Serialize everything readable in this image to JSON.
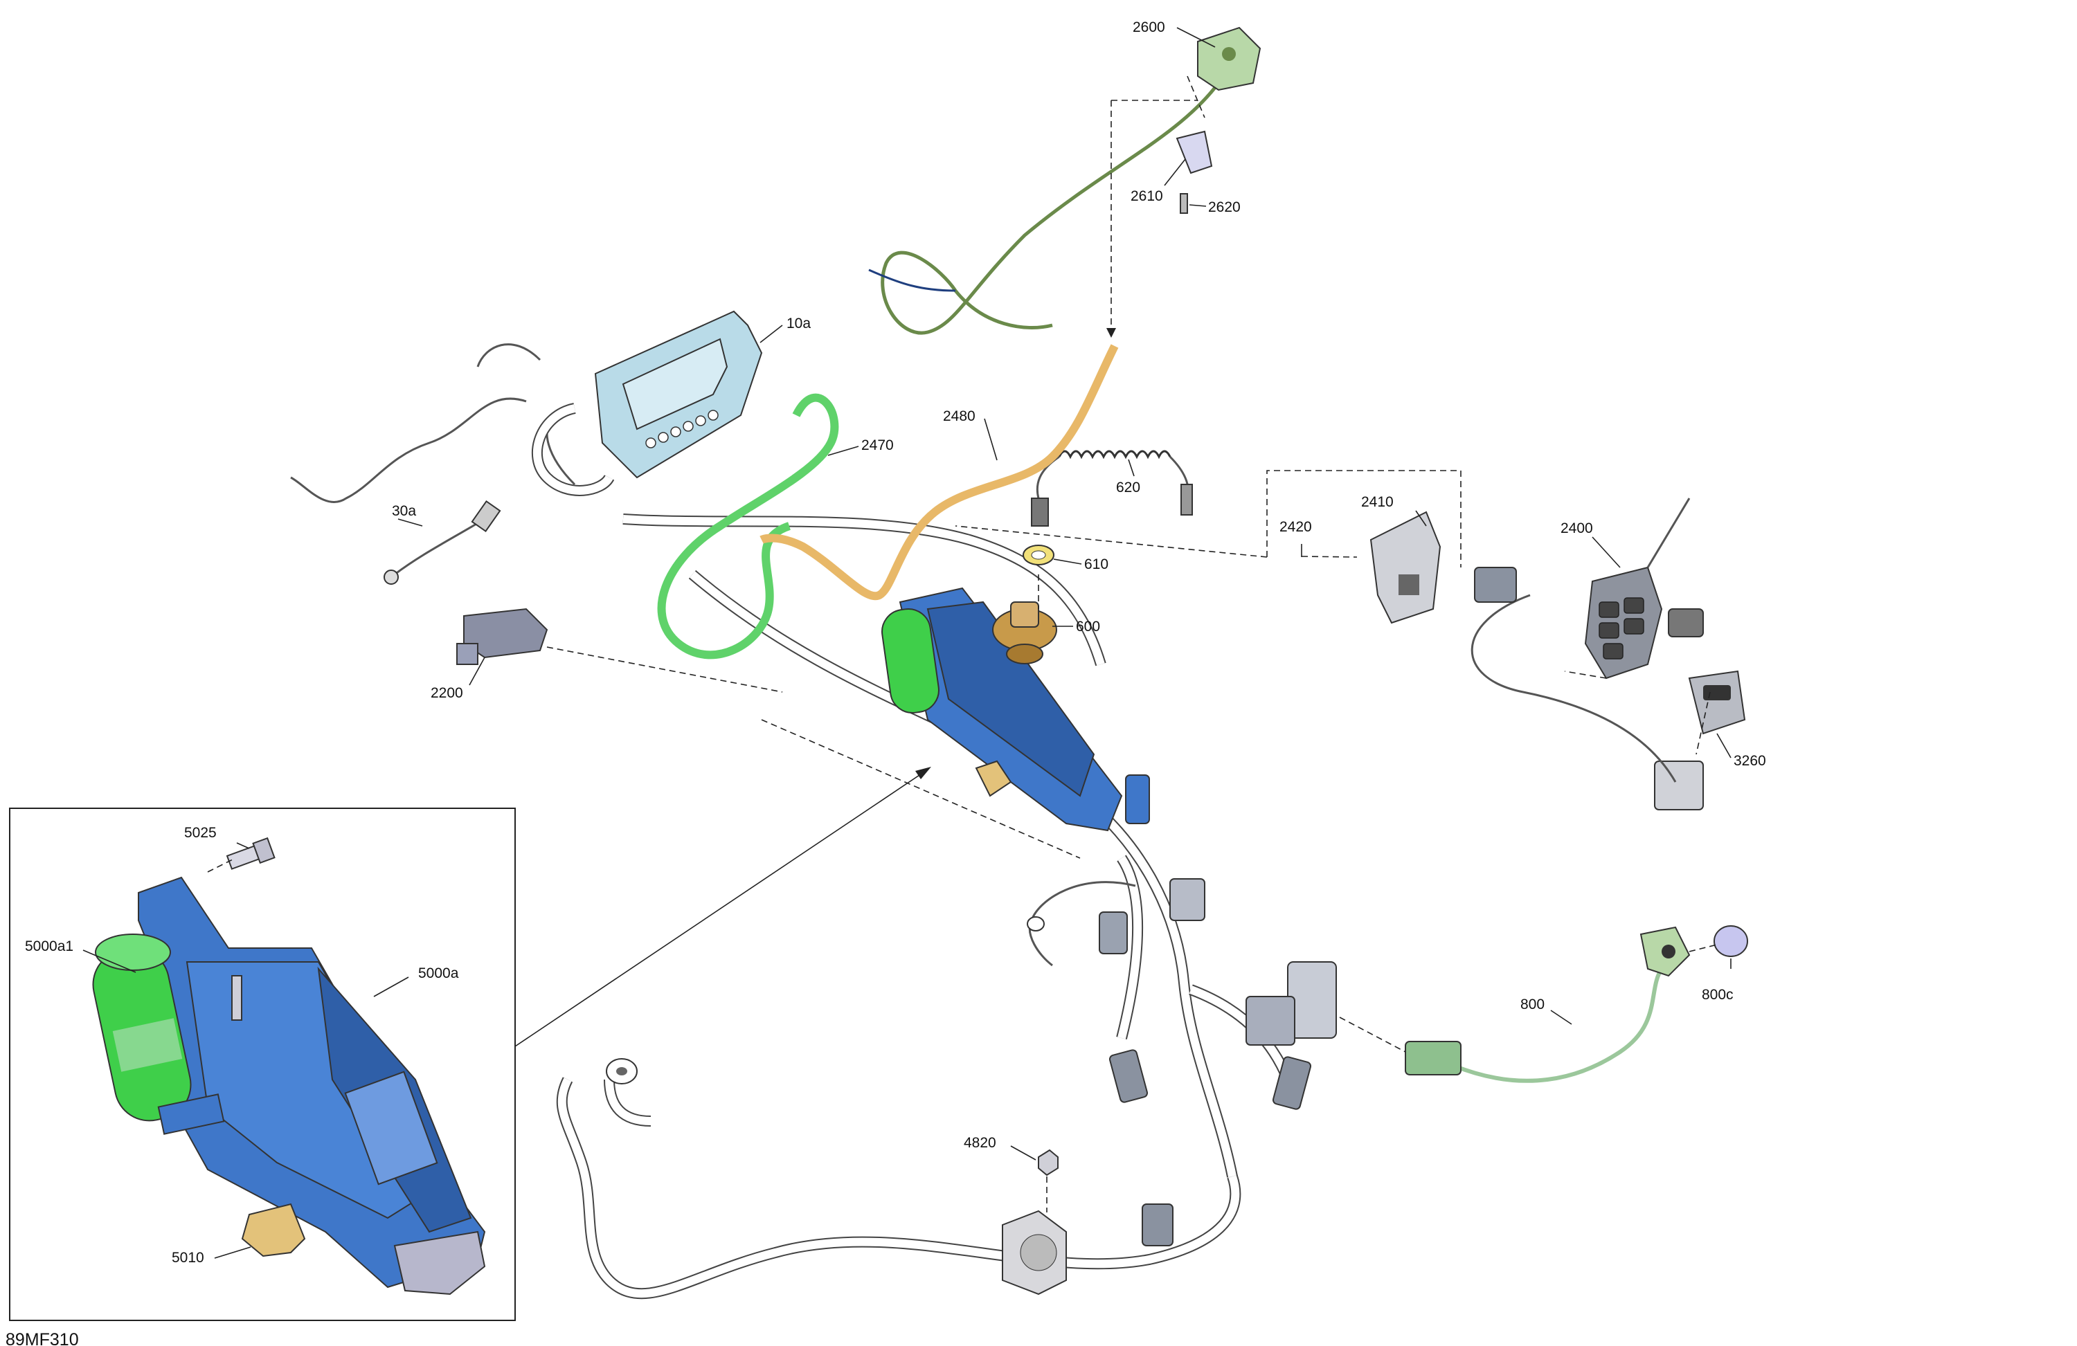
{
  "diagram_code": "89MF310",
  "colors": {
    "ecm_blue": "#3f77c9",
    "ecm_blue_dark": "#2f5fa8",
    "coil_green": "#3fcf4a",
    "cluster_blue": "#b9dbe8",
    "hose_green": "#5fd26a",
    "hose_orange": "#e8b868",
    "antenna_green": "#b8d8a8",
    "sensor_bronze": "#c89a4a",
    "cap_lavender": "#c7c6ef",
    "bracket_tan": "#e3c27a"
  },
  "labels": {
    "p2600": "2600",
    "p2610": "2610",
    "p2620": "2620",
    "p10a": "10a",
    "p2480": "2480",
    "p2470": "2470",
    "p620": "620",
    "p30a": "30a",
    "p610": "610",
    "p600": "600",
    "p2420": "2420",
    "p2410": "2410",
    "p2400": "2400",
    "p2200": "2200",
    "p3260": "3260",
    "p5025": "5025",
    "p5000a1": "5000a1",
    "p5000a": "5000a",
    "p800": "800",
    "p800c": "800c",
    "p4820": "4820",
    "p5010": "5010"
  }
}
